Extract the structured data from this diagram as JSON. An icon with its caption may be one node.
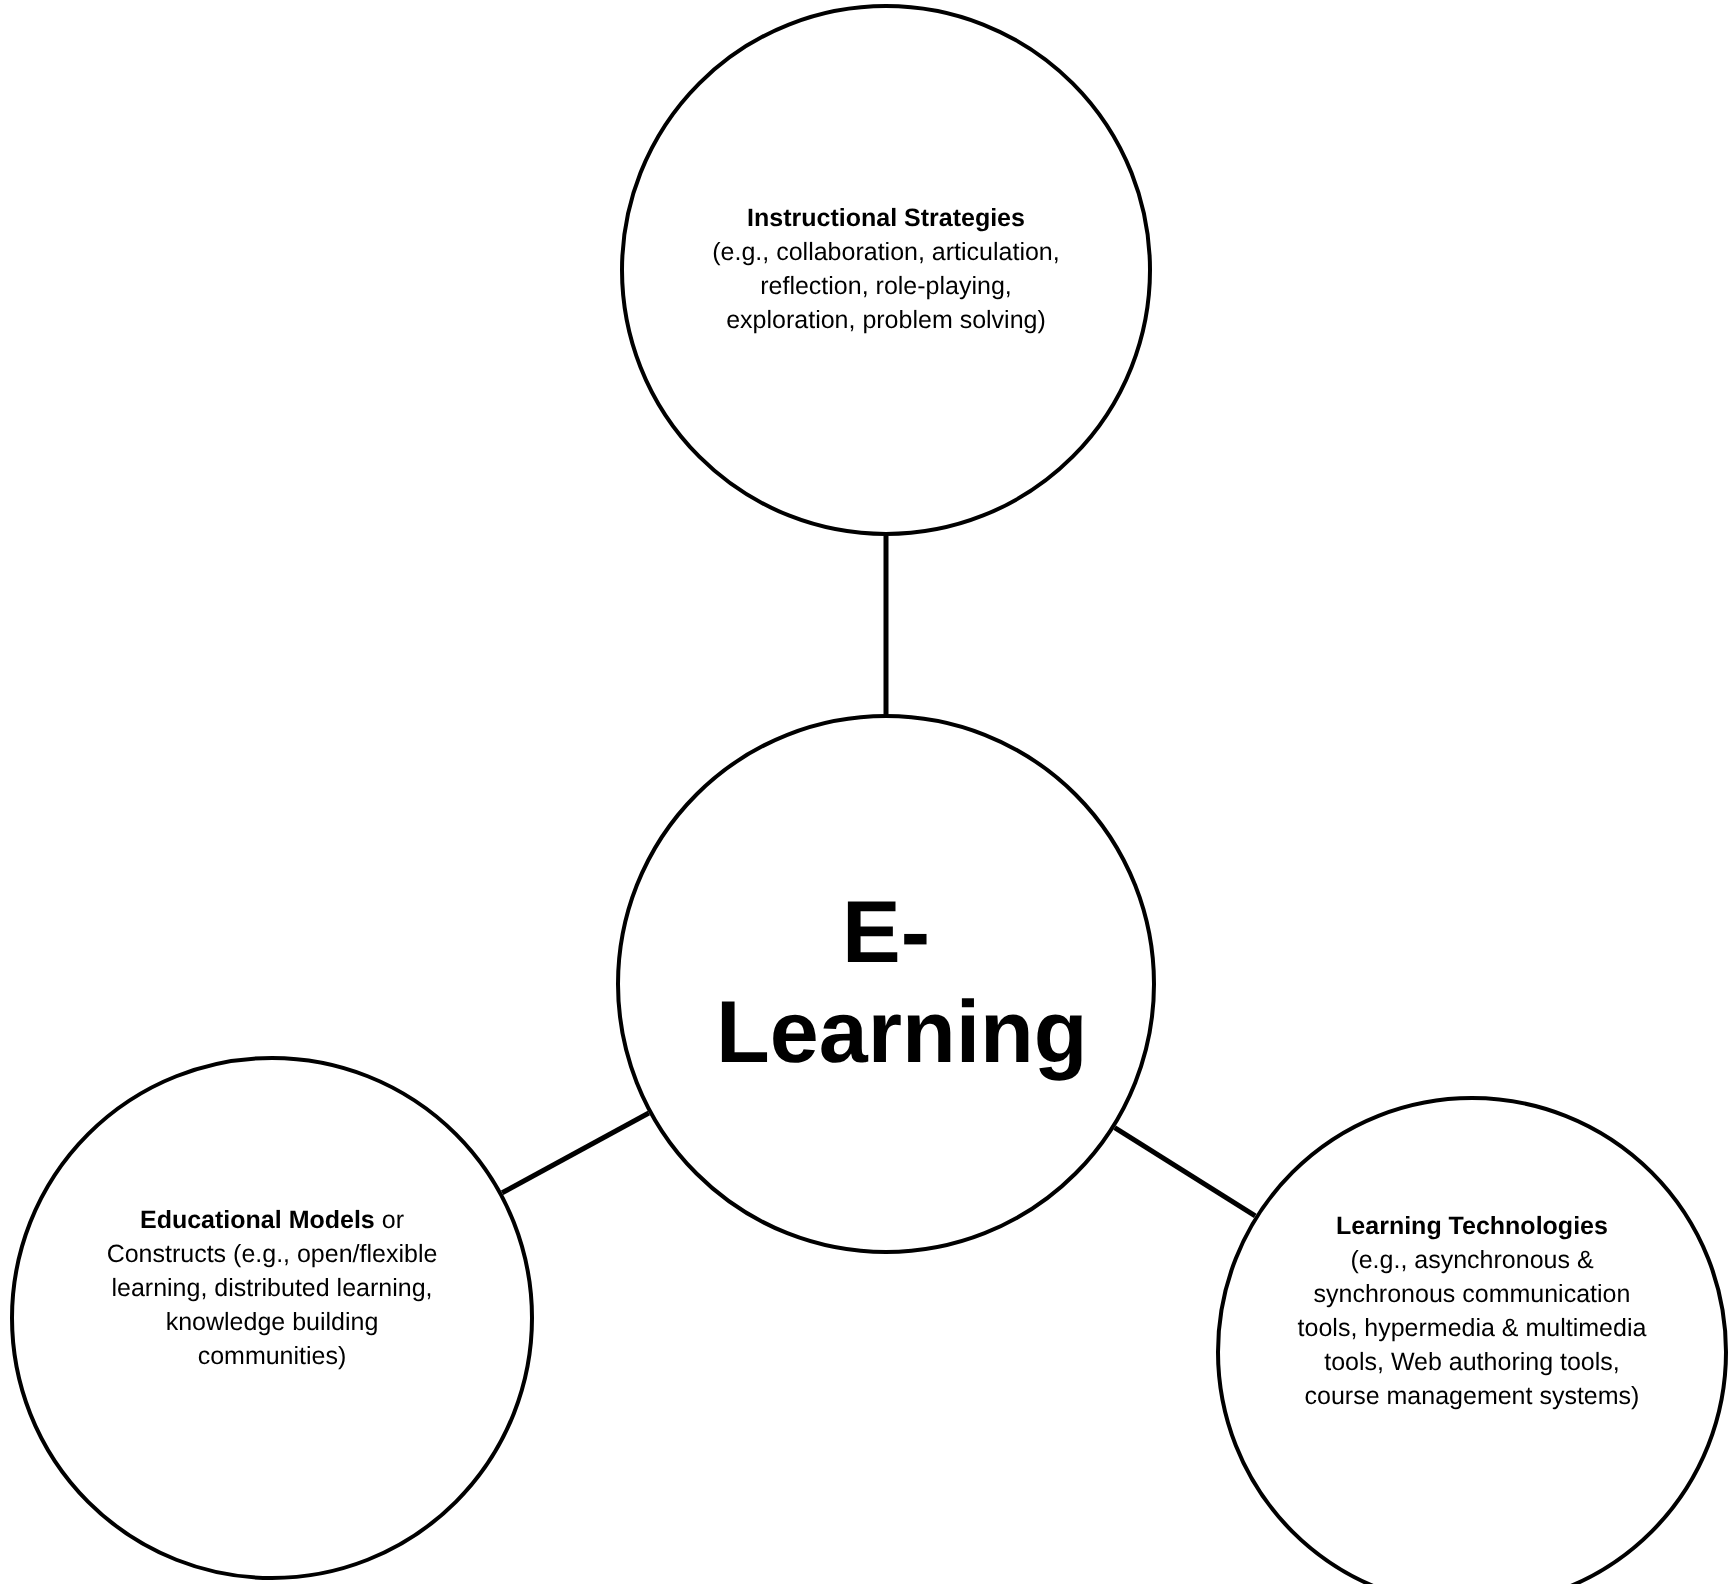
{
  "diagram": {
    "nodes": [
      {
        "text": [
          "Instructional Strategies",
          "(e.g., collaboration, articulation, reflection, role-playing, exploration, problem solving)"
        ]
      },
      {
        "text": [
          "E-Learning"
        ]
      },
      {
        "text": [
          "**Educational Models** or Constructs (e.g., open/flexible learning, distributed learning, knowledge building communities)"
        ]
      },
      {
        "text": [
          "Learning Technologies",
          "(e.g., asynchronous & synchronous communication tools, hypermedia & multimedia tools, Web authoring tools, course management systems)"
        ]
      }
    ],
    "edges": [
      {
        "from": 0,
        "to": 1,
        "arrow": "none"
      },
      {
        "from": 1,
        "to": 2,
        "arrow": "none"
      },
      {
        "from": 1,
        "to": 3,
        "arrow": "none"
      }
    ]
  }
}
